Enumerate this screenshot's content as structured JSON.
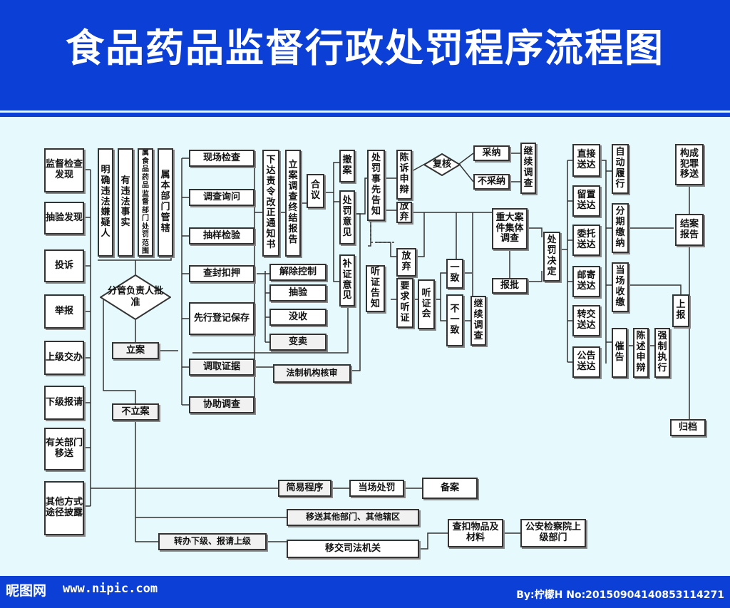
{
  "header": {
    "title": "食品药品监督行政处罚程序流程图"
  },
  "footer": {
    "logo": "昵图网",
    "site": "www.nipic.com",
    "credit": "By:柠檬H No:20150904140853114271"
  },
  "nodes": {
    "jdjcfx": "监督检查发现",
    "cyfx": "抽验发现",
    "ts": "投诉",
    "jb": "举报",
    "sjjb": "上级交办",
    "xjbq": "下级报请",
    "ygbmys": "有关部门移送",
    "qtfsjjpl": "其他方式途径披露",
    "mqwfxyr": "明确违法嫌疑人",
    "ywfss": "有违法事实",
    "fw": "属食品药品监督部门处罚范围",
    "gx": "属本部门管辖",
    "fgfzr": "分管负责人批准",
    "la": "立案",
    "bla": "不立案",
    "xcjc": "现场检查",
    "dcxw": "调查询问",
    "cyjy": "抽样检验",
    "cfky": "查封扣押",
    "xxdj": "先行登记保存",
    "dqzj": "调取证据",
    "xzdc": "协助调查",
    "jckz": "解除控制",
    "cy2": "抽验",
    "ms": "没收",
    "bm": "变卖",
    "fzjghs": "法制机构核审",
    "xdzl": "下达责令改正通知书",
    "lazj": "立案调查终结报告",
    "hy": "合议",
    "ca": "撤案",
    "cfyj": "处罚意见",
    "bzyj": "补证意见",
    "cfsxgz": "处罚事先告知",
    "tzgz": "听证告知",
    "cssb": "陈诉申辩",
    "fq1": "放弃",
    "fq2": "放弃",
    "yqtz": "要求听证",
    "tzh": "听证会",
    "fh": "复核",
    "cn": "采纳",
    "bcn": "不采纳",
    "jxdc1": "继续调查",
    "yz": "一致",
    "byz": "不一致",
    "jxdc2": "继续调查",
    "zdaj": "重大案件集体调查",
    "bp": "报批",
    "cfjd": "处罚决定",
    "zjsd": "直接送达",
    "lzsd": "留置送达",
    "wtsd": "委托送达",
    "yjsd": "邮寄送达",
    "zjsd2": "转交送达",
    "ggsd": "公告送达",
    "zdlx": "自动履行",
    "fqjn": "分期缴纳",
    "dcsj": "当场收缴",
    "cg": "催告",
    "cssb2": "陈述申辩",
    "qzzx": "强制执行",
    "gcfzys": "构成犯罪移送",
    "jabg": "结案报告",
    "sb": "上报",
    "gd": "归档",
    "jycx": "简易程序",
    "dccf": "当场处罚",
    "ba": "备案",
    "ysqtbm": "移送其他部门、其他辖区",
    "zbxj": "转办下级、报请上级",
    "yjsfjg": "移交司法机关",
    "ckwp": "查扣物品及材料",
    "gajcy": "公安检察院上级部门"
  }
}
